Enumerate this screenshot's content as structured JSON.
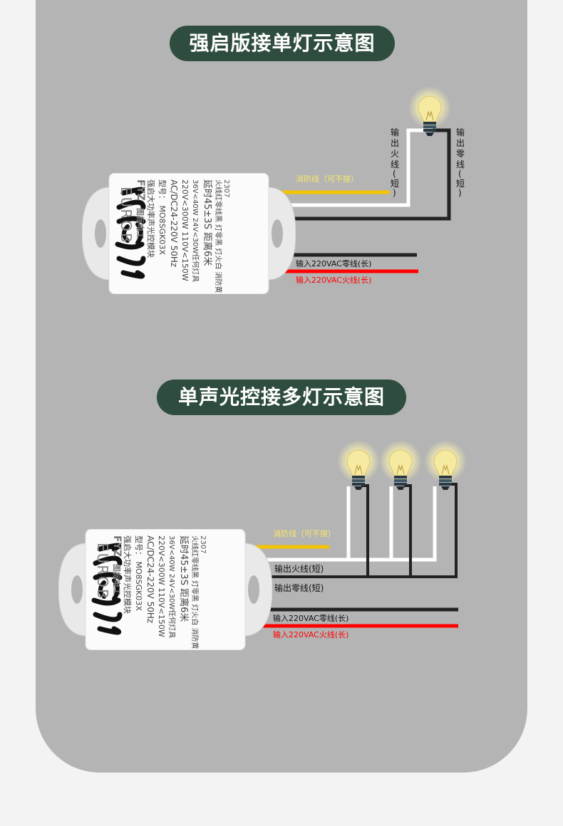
{
  "section1": {
    "title": "强启版接单灯示意图",
    "fire_label": "消防线（可不接）",
    "out_live_chars": [
      "输",
      "出",
      "火",
      "线",
      "(",
      "短",
      ")"
    ],
    "out_neutral_chars": [
      "输",
      "出",
      "零",
      "线",
      "(",
      "短",
      ")"
    ],
    "in_neutral": "输入220VAC零线(长)",
    "in_live": "输入220VAC火线(长)"
  },
  "section2": {
    "title": "单声光控接多灯示意图",
    "fire_label": "消防线（可不接）",
    "out_live": "输出火线(短)",
    "out_neutral": "输出零线(短)",
    "in_neutral": "输入220VAC零线(长)",
    "in_live": "输入220VAC火线(长)"
  },
  "module": {
    "brand": "EUROB",
    "logo": "FYZ",
    "logo_sub": "图标电工",
    "lines": [
      "强启大功率声光控模块",
      "型号：  MO8SGK03X",
      "AC/DC24-220V  50Hz",
      "220V<300W  110V<150W",
      "36V<40W  24V<30W任何灯具",
      "延时45±3S  距离6米",
      "火线红零线黑  灯零黑  灯火白  消防黄"
    ],
    "code": "2307"
  },
  "colors": {
    "panel": "#b4b4b4",
    "pill": "#2f4d3f",
    "fire_wire": "#f5c400",
    "live_wire": "#ff0000",
    "neutral_wire": "#222222",
    "lamp_wire": "#ffffff"
  }
}
